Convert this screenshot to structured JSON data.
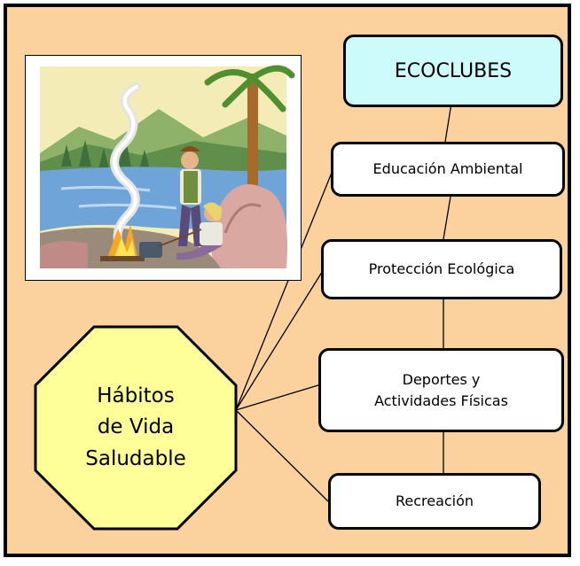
{
  "title_box": {
    "label": "ECOCLUBES"
  },
  "center": {
    "line1": "Hábitos",
    "line2": "de Vida",
    "line3": "Saludable"
  },
  "branches": [
    {
      "label": "Educación Ambiental"
    },
    {
      "label": "Protección Ecológica"
    },
    {
      "line1": "Deportes y",
      "line2": "Actividades Físicas"
    },
    {
      "label": "Recreación"
    }
  ],
  "colors": {
    "background": "#fbd29e",
    "title_fill": "#cdfafa",
    "octagon_fill": "#ffff99",
    "border": "#000000"
  },
  "image": {
    "description_icon": "campfire-clipart"
  }
}
